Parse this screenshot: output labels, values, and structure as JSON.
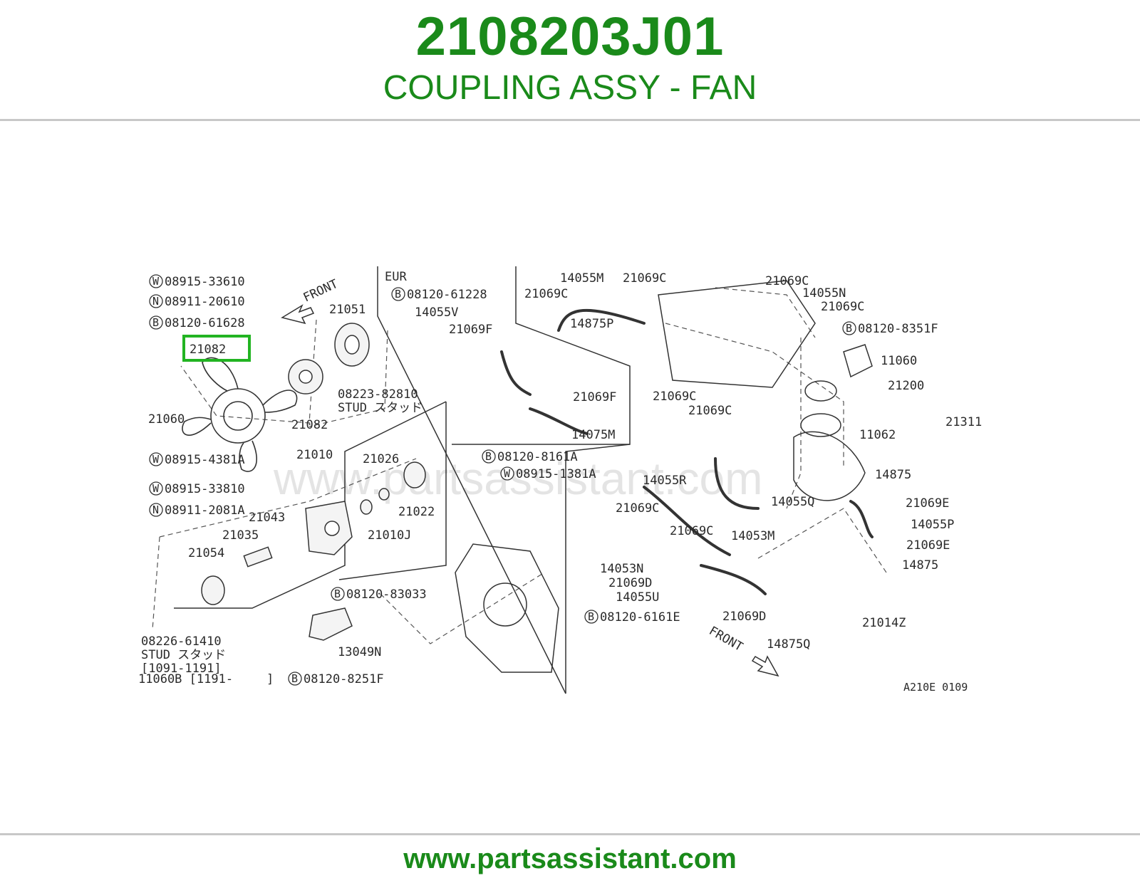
{
  "header": {
    "part_number": "2108203J01",
    "part_name": "COUPLING ASSY - FAN"
  },
  "diagram": {
    "highlighted_part": "21082",
    "watermark": "www.partsassistant.com",
    "drawing_code": "A210E 0109",
    "front_label": "FRONT",
    "eur_label": "EUR",
    "labels": [
      "08915-33610",
      "08911-20610",
      "08120-61628",
      "21082",
      "21051",
      "21060",
      "21082",
      "08223-82810",
      "STUD スタッド",
      "08915-4381A",
      "21010",
      "21026",
      "08915-33810",
      "08911-2081A",
      "21043",
      "21022",
      "21035",
      "21010J",
      "21054",
      "08120-83033",
      "13049N",
      "08226-61410",
      "STUD スタッド",
      "[1091-1191]",
      "11060B [1191-",
      "]",
      "08120-8251F",
      "08120-61228",
      "14055V",
      "21069F",
      "21069F",
      "14075M",
      "14055M",
      "21069C",
      "21069C",
      "14875P",
      "21069C",
      "14055N",
      "21069C",
      "08120-8351F",
      "11060",
      "21200",
      "21311",
      "11062",
      "21069C",
      "21069C",
      "08120-8161A",
      "08915-1381A",
      "14055R",
      "21069C",
      "14875",
      "14055Q",
      "21069E",
      "21069C",
      "14053M",
      "14055P",
      "21069E",
      "14053N",
      "21069D",
      "14875",
      "14055U",
      "08120-6161E",
      "21069D",
      "14875Q",
      "21014Z"
    ],
    "markers": [
      "W",
      "N",
      "B"
    ]
  },
  "footer": {
    "url": "www.partsassistant.com"
  }
}
